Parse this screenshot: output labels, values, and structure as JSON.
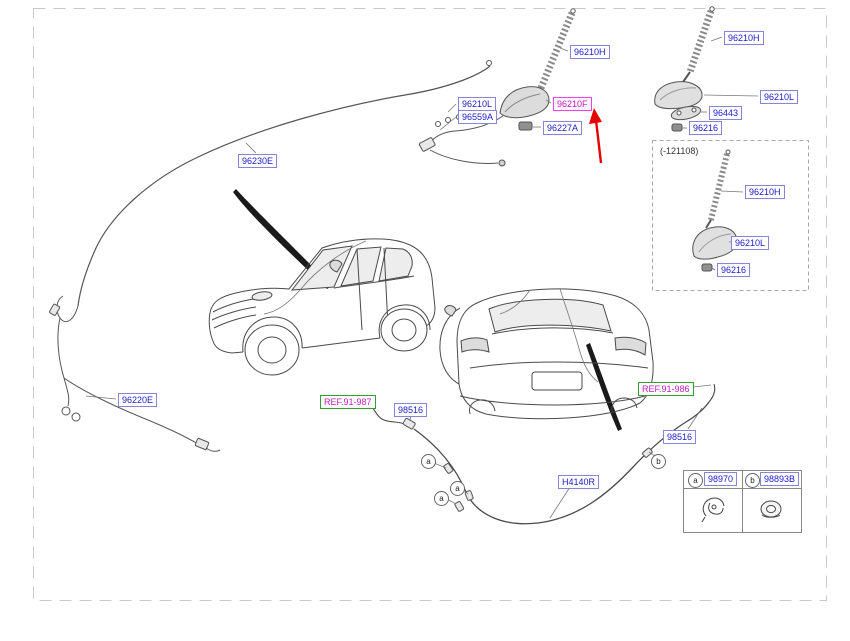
{
  "diagram": {
    "kind": "vehicle antenna & feeder cable parts diagram",
    "variant_note": "(-121108)"
  },
  "colors": {
    "part_label_text": "#1a1acc",
    "part_label_border": "#8585e0",
    "highlight_text": "#c020c0",
    "highlight_border": "#f040f0",
    "ref_border": "#30a030",
    "ref_text": "#c020c0",
    "arrow_red": "#e60000",
    "line_gray": "#4a4a4a"
  },
  "part_labels": [
    {
      "key": "mast-new",
      "text": "96210H"
    },
    {
      "key": "mast-right",
      "text": "96210H"
    },
    {
      "key": "base-right",
      "text": "96210L"
    },
    {
      "key": "pad-right",
      "text": "96443"
    },
    {
      "key": "nut-right",
      "text": "96216"
    },
    {
      "key": "mast-old",
      "text": "96210H"
    },
    {
      "key": "base-old",
      "text": "96210L"
    },
    {
      "key": "nut-old",
      "text": "96216"
    },
    {
      "key": "base-main",
      "text": "96210L"
    },
    {
      "key": "amp",
      "text": "96559A"
    },
    {
      "key": "nut-main",
      "text": "96227A"
    },
    {
      "key": "roof-cable",
      "text": "96230E"
    },
    {
      "key": "feeder-cable",
      "text": "96220E"
    },
    {
      "key": "clip-left",
      "text": "98516"
    },
    {
      "key": "clip-right",
      "text": "98516"
    },
    {
      "key": "hose",
      "text": "H4140R"
    }
  ],
  "highlight_label": {
    "text": "96210F"
  },
  "ref_labels": [
    {
      "text": "REF.91-987"
    },
    {
      "text": "REF.91-986"
    }
  ],
  "callouts": [
    {
      "letter": "a"
    },
    {
      "letter": "a"
    },
    {
      "letter": "a"
    },
    {
      "letter": "b"
    }
  ],
  "legend": {
    "items": [
      {
        "letter": "a",
        "part": "98970",
        "icon": "wire-clip"
      },
      {
        "letter": "b",
        "part": "98893B",
        "icon": "grommet"
      }
    ]
  }
}
